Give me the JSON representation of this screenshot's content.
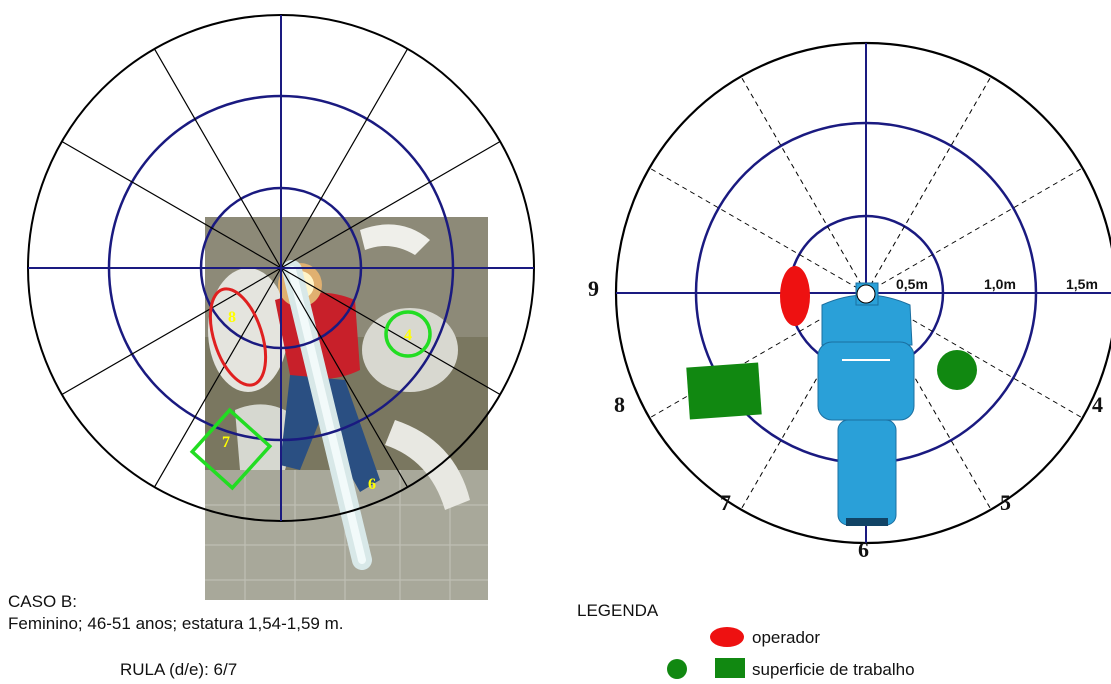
{
  "left_diagram": {
    "photo_labels": {
      "zone_8": "8",
      "zone_4": "4",
      "zone_7": "7",
      "zone_6": "6"
    },
    "colors": {
      "operator_ring": "#e02020",
      "work_surface": "#22dd22",
      "circles": "#1a1a80",
      "label": "#ffff00"
    }
  },
  "right_diagram": {
    "position_labels": {
      "p9": "9",
      "p8": "8",
      "p7": "7",
      "p6": "6",
      "p5": "5",
      "p4": "4"
    },
    "distance_labels": {
      "d05": "0,5m",
      "d10": "1,0m",
      "d15": "1,5m"
    },
    "colors": {
      "operator": "#ee1111",
      "work_surface": "#118811",
      "chair": "#2aa0d8",
      "circles": "#1a1a80"
    }
  },
  "case_info": {
    "title": "CASO B:",
    "description": "Feminino; 46-51 anos; estatura 1,54-1,59 m.",
    "rula": "RULA (d/e): 6/7"
  },
  "legend": {
    "title": "LEGENDA",
    "operator_label": "operador",
    "surface_label": "superficie de trabalho"
  }
}
